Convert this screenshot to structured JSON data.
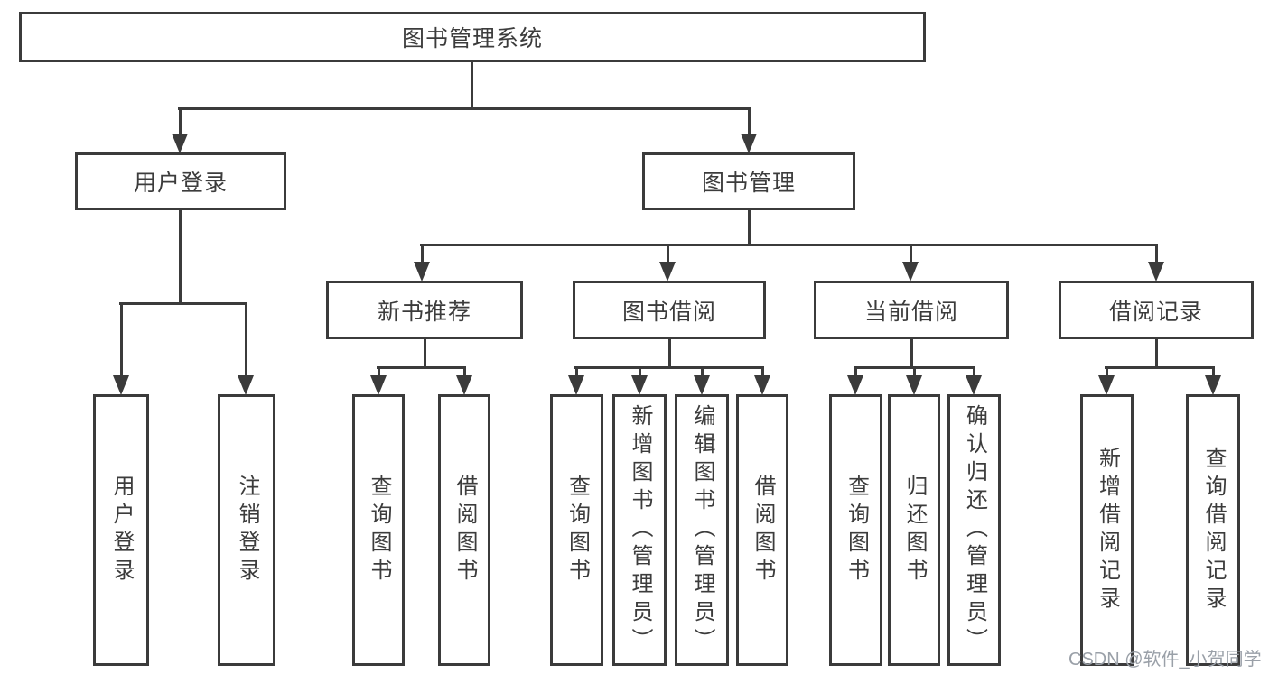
{
  "colors": {
    "line": "#3b3b3b",
    "text": "#3c3c3c",
    "background": "#ffffff",
    "watermark": "#9aa0a8"
  },
  "nodes": {
    "root": "图书管理系统",
    "user_login": "用户登录",
    "book_management": "图书管理",
    "leaf_user_login": "用户登录",
    "leaf_logout_login": "注销登录",
    "new_book_recommendation": "新书推荐",
    "book_borrowing": "图书借阅",
    "current_borrowing": "当前借阅",
    "borrowing_records": "借阅记录",
    "nb_query_books": "查询图书",
    "nb_borrow_books": "借阅图书",
    "bb_query_books": "查询图书",
    "bb_add_books_admin": "新增图书（管理员）",
    "bb_edit_books_admin": "编辑图书（管理员）",
    "bb_borrow_books": "借阅图书",
    "cb_query_books": "查询图书",
    "cb_return_books": "归还图书",
    "cb_confirm_return_admin": "确认归还（管理员）",
    "br_add_record": "新增借阅记录",
    "br_query_record": "查询借阅记录"
  },
  "watermark": "CSDN @软件_小贺同学"
}
